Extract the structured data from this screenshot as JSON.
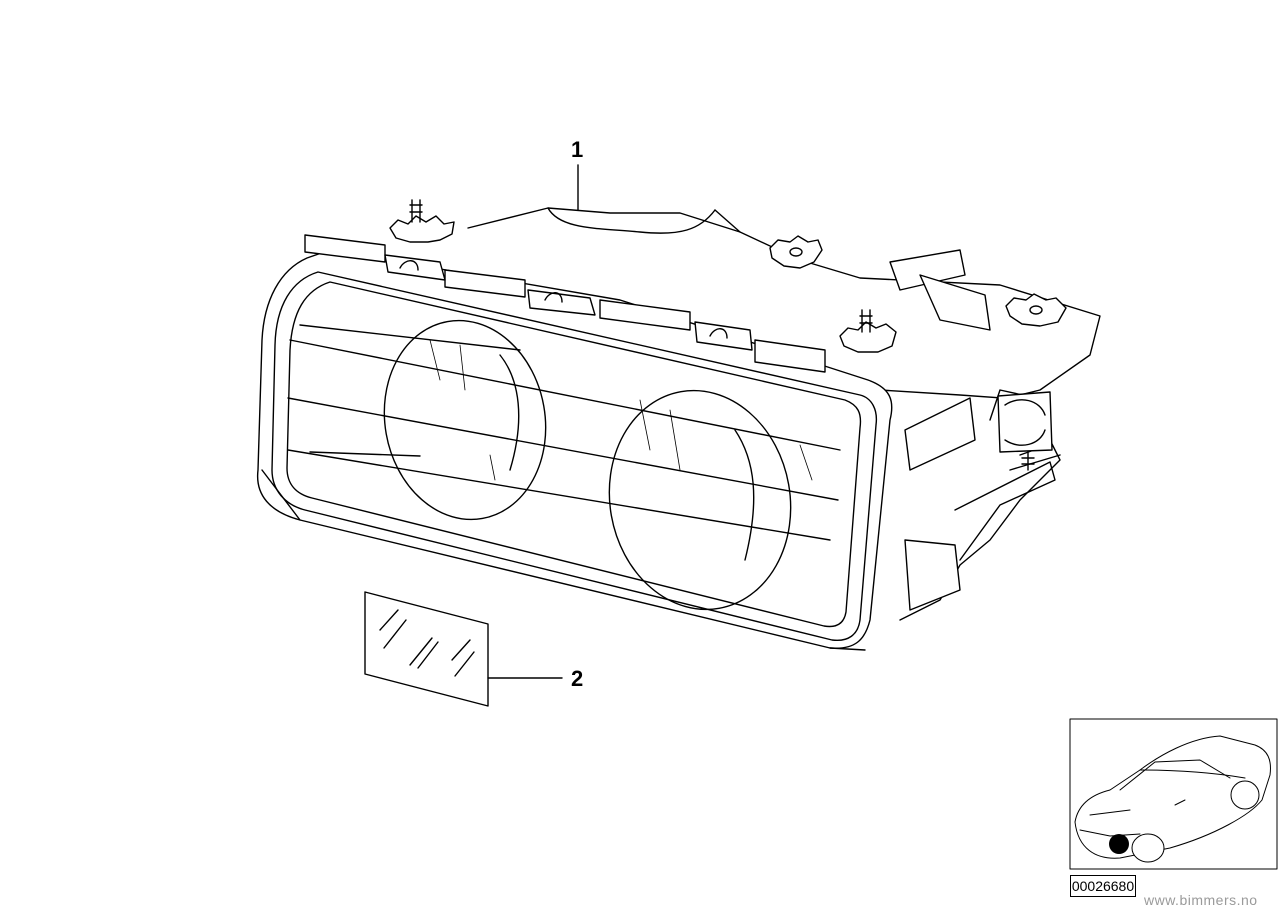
{
  "callouts": [
    {
      "number": "1",
      "part": "headlight-assembly"
    },
    {
      "number": "2",
      "part": "lens-glass"
    }
  ],
  "reference_number": "00026680",
  "watermark": "www.bimmers.no"
}
